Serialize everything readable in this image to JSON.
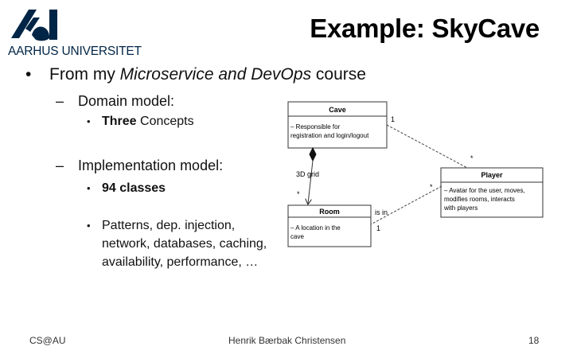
{
  "logo": {
    "text": "AARHUS UNIVERSITET",
    "color": "#002546"
  },
  "slide": {
    "title": "Example: SkyCave"
  },
  "bullets": {
    "item1": {
      "prefix": "From my ",
      "italic": "Microservice and DevOps",
      "suffix": " course"
    },
    "domain": {
      "label": "Domain model:",
      "sub_bold": "Three",
      "sub_rest": " Concepts"
    },
    "implementation": {
      "label": "Implementation model:",
      "classes": "94 classes",
      "patterns": "Patterns, dep. injection, network, databases, caching, availability, performance, …"
    }
  },
  "diagram": {
    "cave": {
      "name": "Cave",
      "resp1": "– Responsible for",
      "resp2": "registration and login/logout"
    },
    "player": {
      "name": "Player",
      "resp1": "– Avatar for the user, moves,",
      "resp2": "modifies rooms, interacts",
      "resp3": "with players"
    },
    "room": {
      "name": "Room",
      "resp1": "– A location in the",
      "resp2": "cave"
    },
    "labels": {
      "grid": "3D grid",
      "star_top": "*",
      "star_cave_player": "*",
      "star_player_room": "*",
      "one_cave": "1",
      "one_room": "1",
      "is_in": "is in"
    }
  },
  "footer": {
    "left": "CS@AU",
    "center": "Henrik Bærbak Christensen",
    "page": "18"
  }
}
